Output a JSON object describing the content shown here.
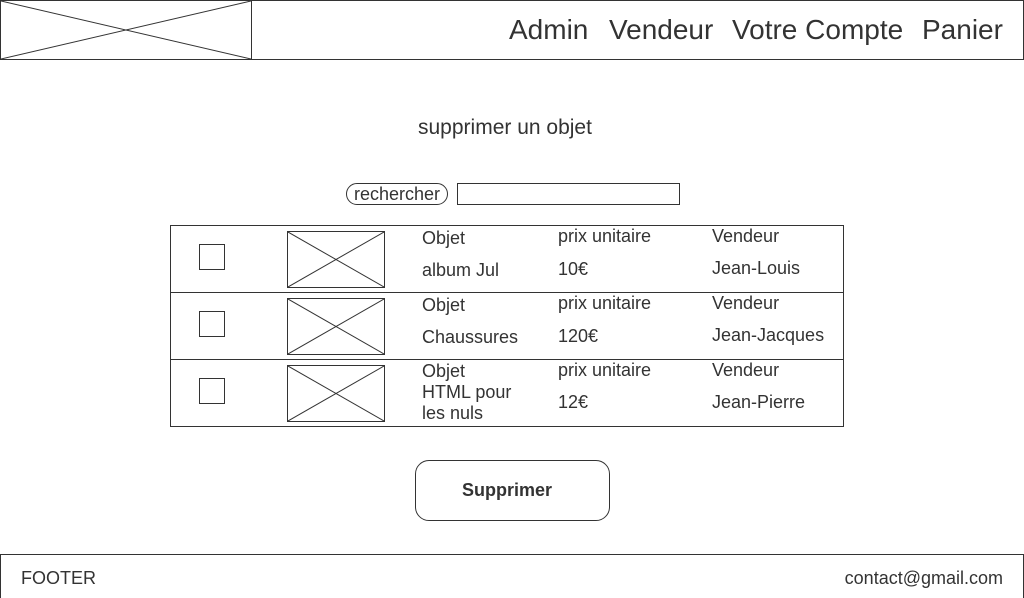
{
  "header": {
    "logo": "image-placeholder",
    "nav": [
      {
        "label": "Admin"
      },
      {
        "label": "Vendeur"
      },
      {
        "label": "Votre Compte"
      },
      {
        "label": "Panier"
      }
    ]
  },
  "main": {
    "title": "supprimer un objet",
    "search": {
      "button_label": "rechercher",
      "value": "",
      "placeholder": ""
    },
    "items": [
      {
        "object_label": "Objet",
        "object_name": "album Jul",
        "price_label": "prix unitaire",
        "price": "10€",
        "seller_label": "Vendeur",
        "seller": "Jean-Louis",
        "checked": false
      },
      {
        "object_label": "Objet",
        "object_name": "Chaussures",
        "price_label": "prix unitaire",
        "price": "120€",
        "seller_label": "Vendeur",
        "seller": "Jean-Jacques",
        "checked": false
      },
      {
        "object_label": "Objet",
        "object_name": "HTML pour les nuls",
        "price_label": "prix unitaire",
        "price": "12€",
        "seller_label": "Vendeur",
        "seller": "Jean-Pierre",
        "checked": false
      }
    ],
    "delete_label": "Supprimer"
  },
  "footer": {
    "label": "FOOTER",
    "contact": "contact@gmail.com"
  },
  "colors": {
    "stroke": "#333333",
    "background": "#ffffff"
  }
}
